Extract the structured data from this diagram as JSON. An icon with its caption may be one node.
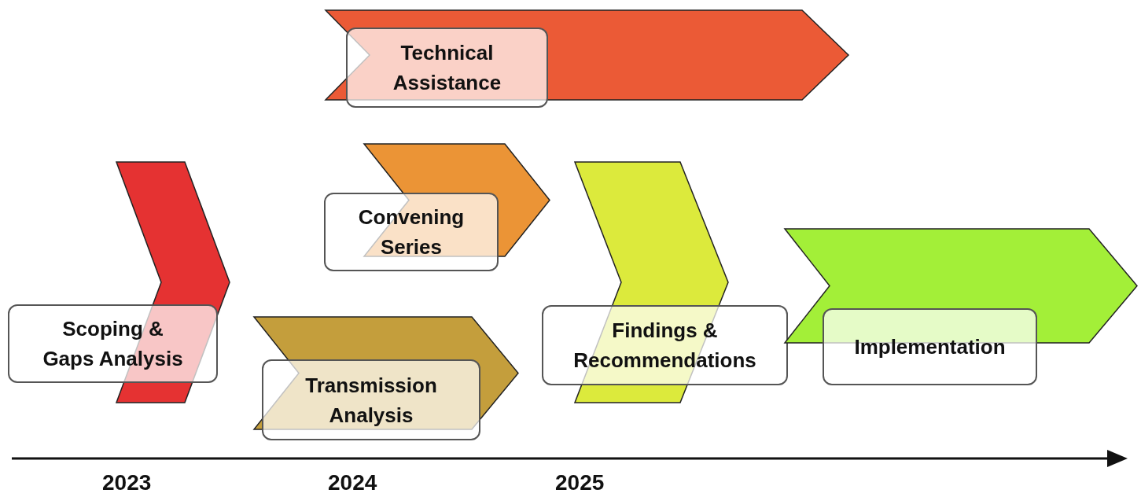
{
  "diagram": {
    "nodes": [
      {
        "text": [
          "Scoping & Gaps Analysis"
        ]
      },
      {
        "text": [
          "Technical Assistance"
        ]
      },
      {
        "text": [
          "Convening Series"
        ]
      },
      {
        "text": [
          "Transmission Analysis"
        ]
      },
      {
        "text": [
          "Findings & Recommendations"
        ]
      },
      {
        "text": [
          "Implementation"
        ]
      }
    ],
    "edges": [],
    "labels": [
      "2023",
      "2024",
      "2025"
    ]
  }
}
